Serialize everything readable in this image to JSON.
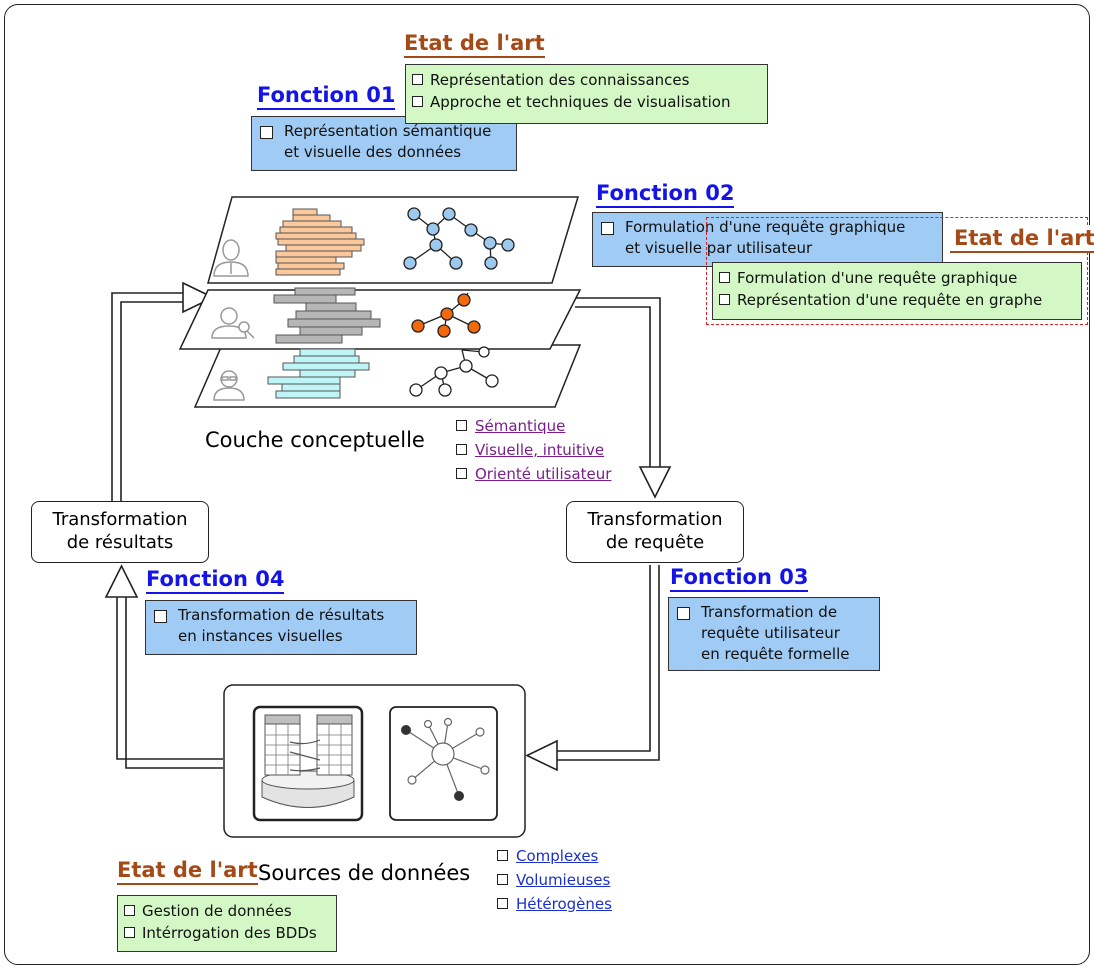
{
  "fonction01": {
    "title": "Fonction 01",
    "lines": [
      "Représentation sémantique",
      "et visuelle des données"
    ]
  },
  "fonction02": {
    "title": "Fonction 02",
    "lines": [
      "Formulation d'une requête graphique",
      "et visuelle par utilisateur"
    ]
  },
  "fonction03": {
    "title": "Fonction 03",
    "lines": [
      "Transformation de",
      "requête utilisateur",
      "en requête formelle"
    ]
  },
  "fonction04": {
    "title": "Fonction 04",
    "lines": [
      "Transformation de résultats",
      "en instances visuelles"
    ]
  },
  "etat_top": {
    "title": "Etat de l'art",
    "items": [
      "Représentation des connaissances",
      "Approche et techniques de visualisation"
    ]
  },
  "etat_right": {
    "title": "Etat de l'art",
    "items": [
      "Formulation d'une requête graphique",
      "Représentation d'une requête en graphe"
    ]
  },
  "etat_bottom": {
    "title": "Etat de l'art",
    "items": [
      "Gestion de données",
      "Intérrogation des BDDs"
    ]
  },
  "couche": {
    "label": "Couche conceptuelle",
    "props": [
      "Sémantique",
      "Visuelle, intuitive",
      "Orienté utilisateur"
    ]
  },
  "sources": {
    "label": "Sources de données",
    "props": [
      "Complexes",
      "Volumieuses",
      "Hétérogènes"
    ]
  },
  "transfo_resultats": {
    "lines": [
      "Transformation",
      "de résultats"
    ]
  },
  "transfo_requete": {
    "lines": [
      "Transformation",
      "de requête"
    ]
  },
  "colors": {
    "fonction_title": "#1414e6",
    "etat_title": "#a34a17",
    "blue_box": "#9fcbf5",
    "green_box": "#d3f7c5",
    "bar_orange": "#fbc89c",
    "bar_gray": "#b6b6b6",
    "bar_cyan": "#c0f5f8",
    "node_blue": "#9ec9ef",
    "node_orange": "#f26a0c"
  },
  "icons": [
    "user-icon",
    "analyst-icon",
    "developer-icon",
    "relational-database-icon",
    "graph-database-icon"
  ]
}
